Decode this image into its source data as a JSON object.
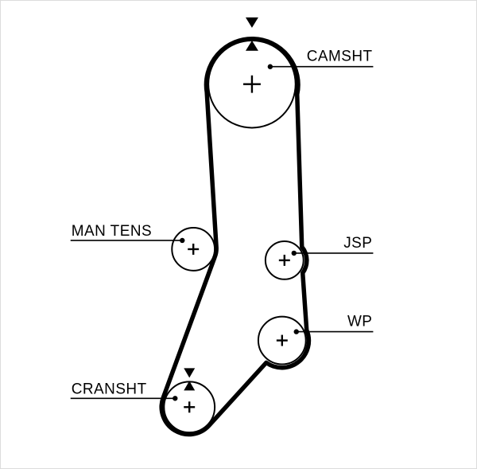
{
  "labels": {
    "camshaft": "CAMSHT",
    "manual_tensioner": "MAN TENS",
    "jockey_pulley": "JSP",
    "water_pump": "WP",
    "crankshaft": "CRANSHT"
  },
  "colors": {
    "ink": "#000000",
    "background": "#ffffff"
  }
}
